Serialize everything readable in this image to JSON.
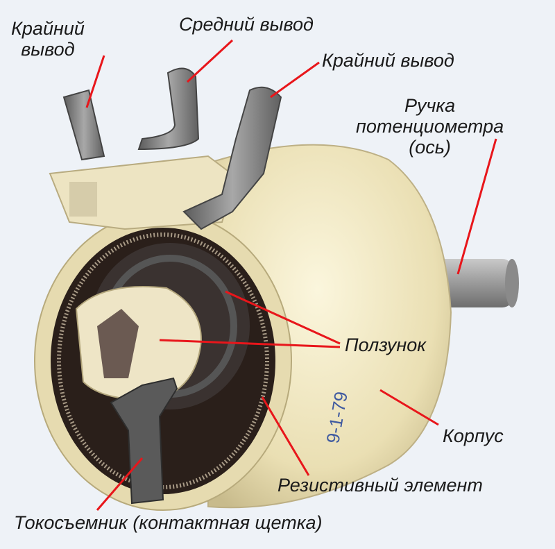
{
  "labels": {
    "edge_terminal_left": "Крайний\nвывод",
    "middle_terminal": "Средний вывод",
    "edge_terminal_right": "Крайний вывод",
    "knob": "Ручка\nпотенциометра\n(ось)",
    "slider": "Ползунок",
    "housing": "Корпус",
    "resistive_element": "Резистивный элемент",
    "current_collector": "Токосъемник (контактная щетка)"
  },
  "housing_marking": "9-1-79",
  "colors": {
    "background": "#eef2f7",
    "leader_line": "#e8161b",
    "ceramic": "#efe7c4",
    "metal": "#7c7c7c",
    "shaft": "#9c9c9c",
    "dark_interior": "#2a1f1a",
    "text": "#1a1a1a"
  }
}
